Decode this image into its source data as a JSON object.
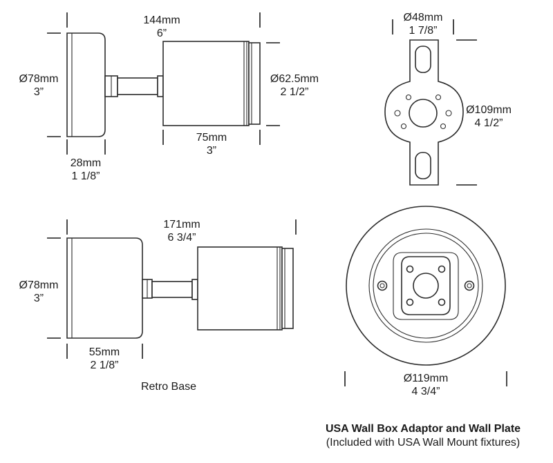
{
  "dimensions": {
    "top_side_length": {
      "metric": "144mm",
      "imperial": "6”"
    },
    "top_base_diameter": {
      "metric": "Ø78mm",
      "imperial": "3”"
    },
    "top_head_diameter": {
      "metric": "Ø62.5mm",
      "imperial": "2 1/2”"
    },
    "top_head_length": {
      "metric": "75mm",
      "imperial": "3”"
    },
    "top_base_depth": {
      "metric": "28mm",
      "imperial": "1 1/8”"
    },
    "adaptor_width": {
      "metric": "Ø48mm",
      "imperial": "1 7/8”"
    },
    "adaptor_height": {
      "metric": "Ø109mm",
      "imperial": "4 1/2”"
    },
    "retro_length": {
      "metric": "171mm",
      "imperial": "6 3/4”"
    },
    "retro_base_diameter": {
      "metric": "Ø78mm",
      "imperial": "3”"
    },
    "retro_base_depth": {
      "metric": "55mm",
      "imperial": "2 1/8”"
    },
    "wall_plate_diameter": {
      "metric": "Ø119mm",
      "imperial": "4 3/4”"
    }
  },
  "captions": {
    "retro_base": "Retro Base",
    "wall_box_title": "USA Wall Box Adaptor and Wall Plate",
    "wall_box_note": "(Included with USA Wall Mount fixtures)"
  }
}
